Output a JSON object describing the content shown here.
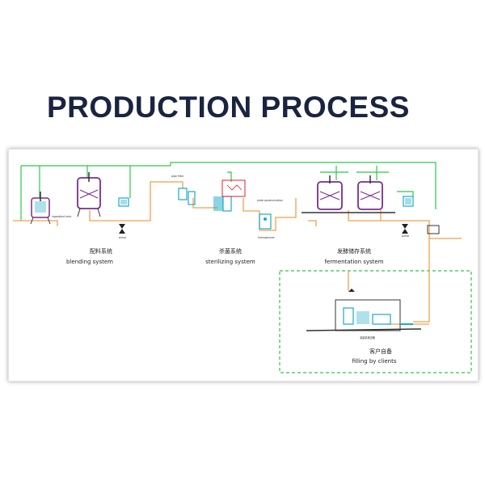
{
  "page": {
    "title": "PRODUCTION PROCESS"
  },
  "diagram": {
    "systems": [
      {
        "label_zh": "配料系统",
        "label_en": "blending system"
      },
      {
        "label_zh": "杀菌系统",
        "label_en": "sterilizing system"
      },
      {
        "label_zh": "发酵储存系统",
        "label_en": "fermentation system"
      },
      {
        "label_zh": "客户自备",
        "label_en": "filling by clients"
      }
    ],
    "small_labels": {
      "ingredient_tank": "ingredient tank",
      "pump_1": "pump",
      "pipe_filter": "pipe filter",
      "plate_pasteurization": "plate pasteurization",
      "homogenizer": "homogenizer",
      "pump_2": "pump",
      "filling_machine": "灌装机械设备"
    },
    "colors": {
      "water_line": "#2cc84a",
      "product_line": "#f0a04a",
      "vessel": "#7a2c8c",
      "equipment": "#1aa9c8",
      "structure": "#333333"
    }
  }
}
